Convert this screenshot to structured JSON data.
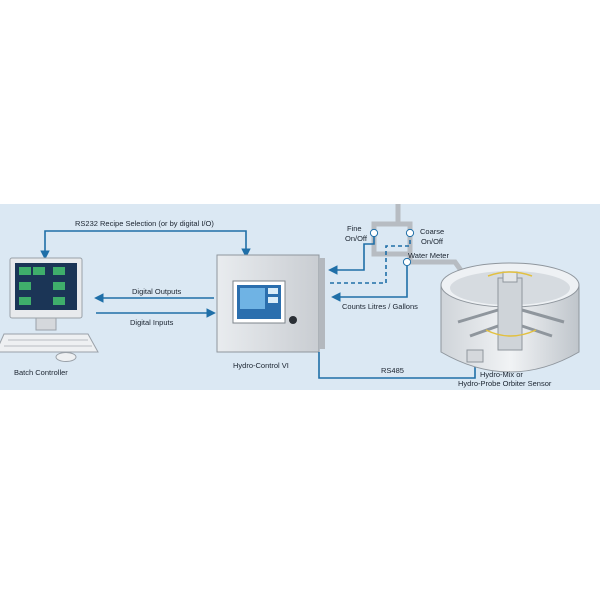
{
  "diagram": {
    "background_color": "#ffffff",
    "band_color": "#dbe8f3",
    "line_color": "#1f6fa8",
    "pipe_color": "#b7bcc2",
    "labels": {
      "rs232": "RS232 Recipe Selection (or by digital I/O)",
      "digital_outputs": "Digital Outputs",
      "digital_inputs": "Digital Inputs",
      "batch_controller": "Batch Controller",
      "hydro_control": "Hydro-Control VI",
      "fine_line1": "Fine",
      "fine_line2": "On/Off",
      "coarse_line1": "Coarse",
      "coarse_line2": "On/Off",
      "water_meter": "Water Meter",
      "counts": "Counts Litres / Gallons",
      "rs485": "RS485",
      "mixer_line1": "Hydro-Mix or",
      "mixer_line2": "Hydro-Probe Orbiter Sensor"
    },
    "icons": [
      "computer-icon",
      "control-box-icon",
      "valve-icon",
      "water-meter-icon",
      "mixer-icon",
      "sensor-icon"
    ]
  }
}
